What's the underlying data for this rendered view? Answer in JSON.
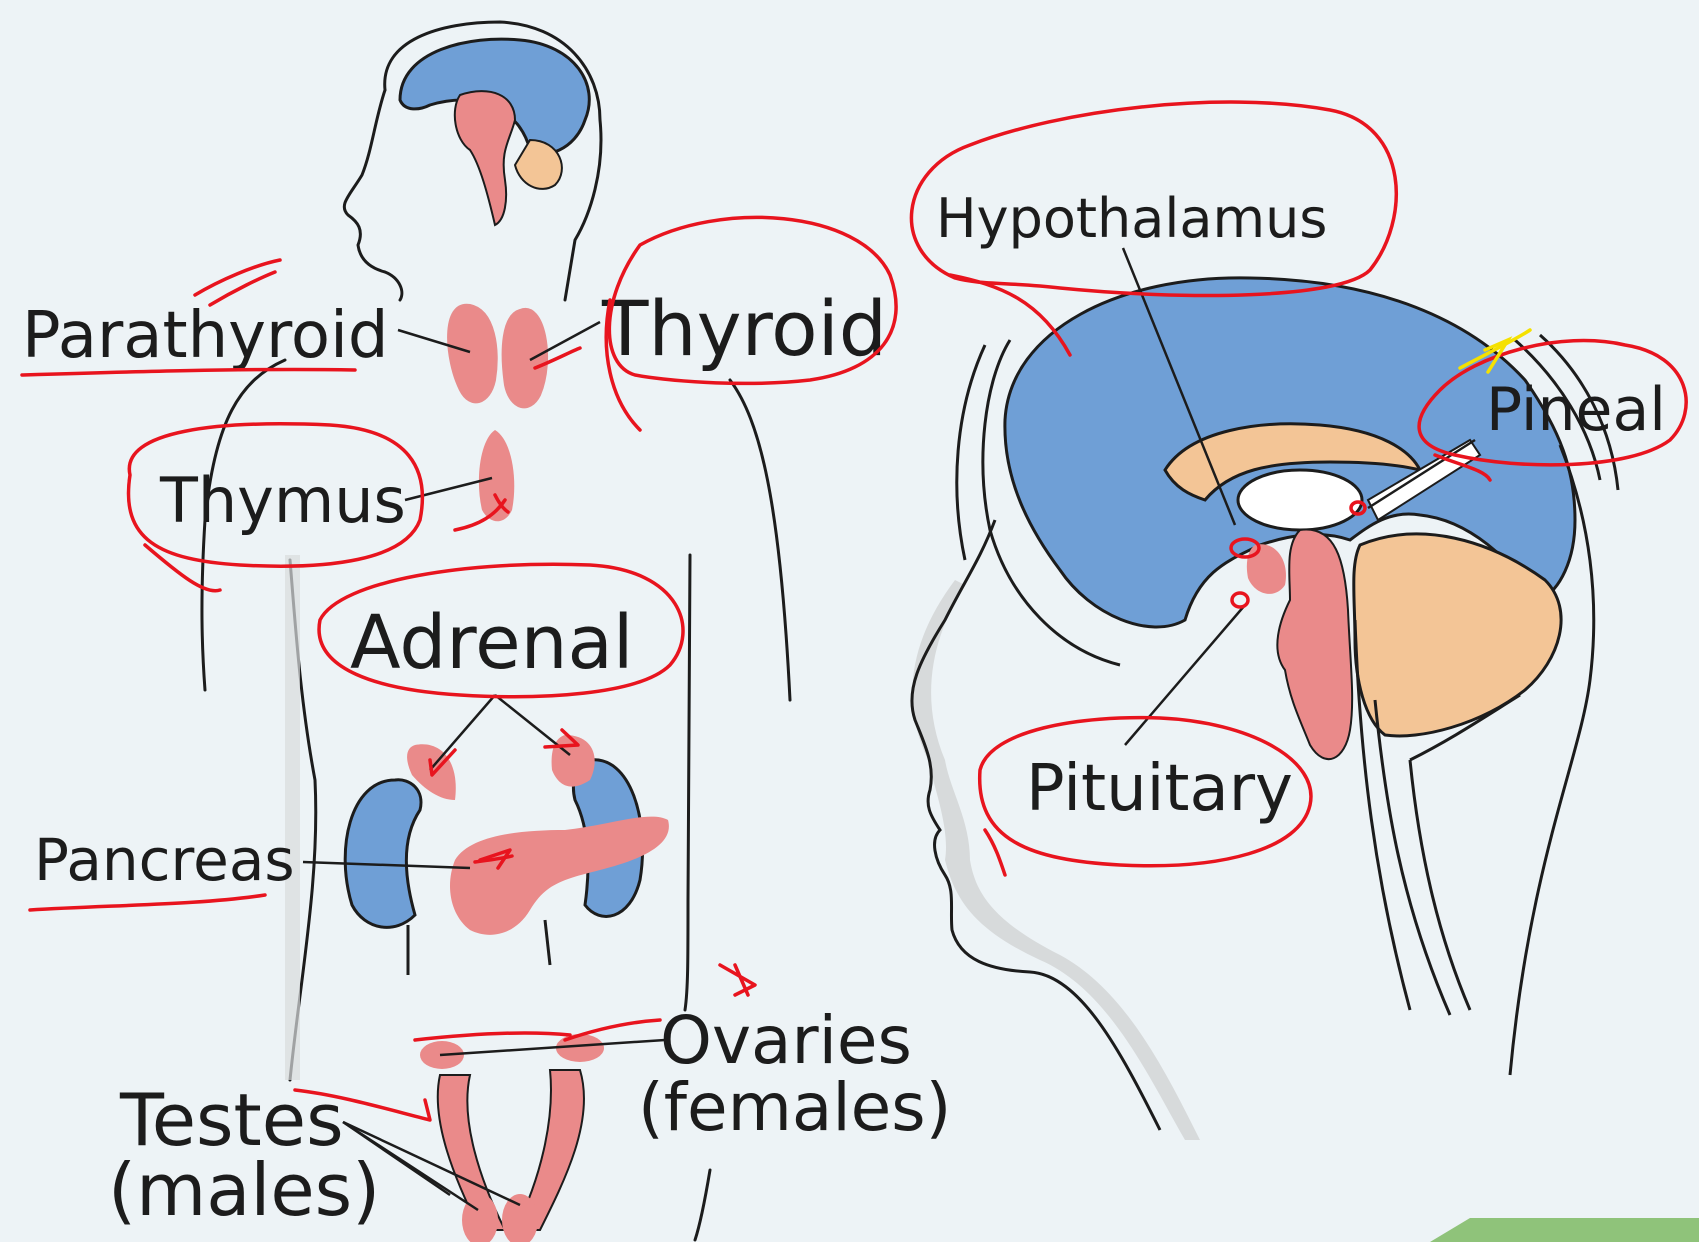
{
  "labels": {
    "parathyroid": "Parathyroid",
    "thyroid": "Thyroid",
    "thymus": "Thymus",
    "adrenal": "Adrenal",
    "pancreas": "Pancreas",
    "ovaries": "Ovaries",
    "ovaries_sub": "(females)",
    "testes": "Testes",
    "testes_sub": "(males)",
    "hypothalamus": "Hypothalamus",
    "pineal": "Pineal",
    "pituitary": "Pituitary"
  },
  "colors": {
    "background": "#edf3f6",
    "brain_blue": "#6f9fd6",
    "gland_pink": "#ea8a8a",
    "cerebellum_peach": "#f3c596",
    "outline": "#1c1c1c",
    "annotation_red": "#e8141e",
    "annotation_yellow": "#f5e100",
    "corner_green": "#8fc37a"
  }
}
